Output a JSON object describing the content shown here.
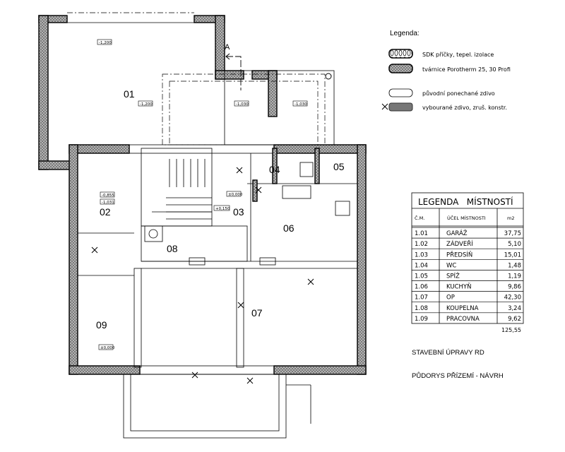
{
  "section_marker": "A",
  "rooms": {
    "r01": "01",
    "r02": "02",
    "r03": "03",
    "r04": "04",
    "r05": "05",
    "r06": "06",
    "r07": "07",
    "r08": "08",
    "r09": "09"
  },
  "levels": {
    "garage_a": "-1,200",
    "garage_b": "-1,200",
    "terrace_a": "-1,030",
    "terrace_b": "-1,030",
    "entry_a": "-0,855",
    "entry_b": "-1,031",
    "hall": "+0,150",
    "zero": "±0,000",
    "zero2": "±0,000"
  },
  "legend": {
    "title": "Legenda:",
    "items": [
      {
        "label": "SDK příčky, tepel. izolace"
      },
      {
        "label": "tvárnice Porotherm 25, 30 Profi"
      },
      {
        "label": "původní ponechané zdivo"
      },
      {
        "label": "vybourané zdivo, zruš. konstr."
      }
    ]
  },
  "room_table": {
    "title": "LEGENDA   MÍSTNOSTÍ",
    "headers": [
      "Č.M.",
      "ÚČEL MÍSTNOSTI",
      "m2"
    ],
    "rows": [
      [
        "1.01",
        "GARÁŽ",
        "37,75"
      ],
      [
        "1.02",
        "ZÁDVEŘÍ",
        "5,10"
      ],
      [
        "1.03",
        "PŘEDSÍŇ",
        "15,01"
      ],
      [
        "1.04",
        "WC",
        "1,48"
      ],
      [
        "1.05",
        "SPÍŽ",
        "1,19"
      ],
      [
        "1.06",
        "KUCHYŇ",
        "9,86"
      ],
      [
        "1.07",
        "OP",
        "42,30"
      ],
      [
        "1.08",
        "KOUPELNA",
        "3,24"
      ],
      [
        "1.09",
        "PRACOVNA",
        "9,62"
      ]
    ],
    "total": "125,55"
  },
  "titles": {
    "project": "STAVEBNÍ ÚPRAVY RD",
    "drawing": "PŮDORYS PŘÍZEMÍ - NÁVRH"
  }
}
